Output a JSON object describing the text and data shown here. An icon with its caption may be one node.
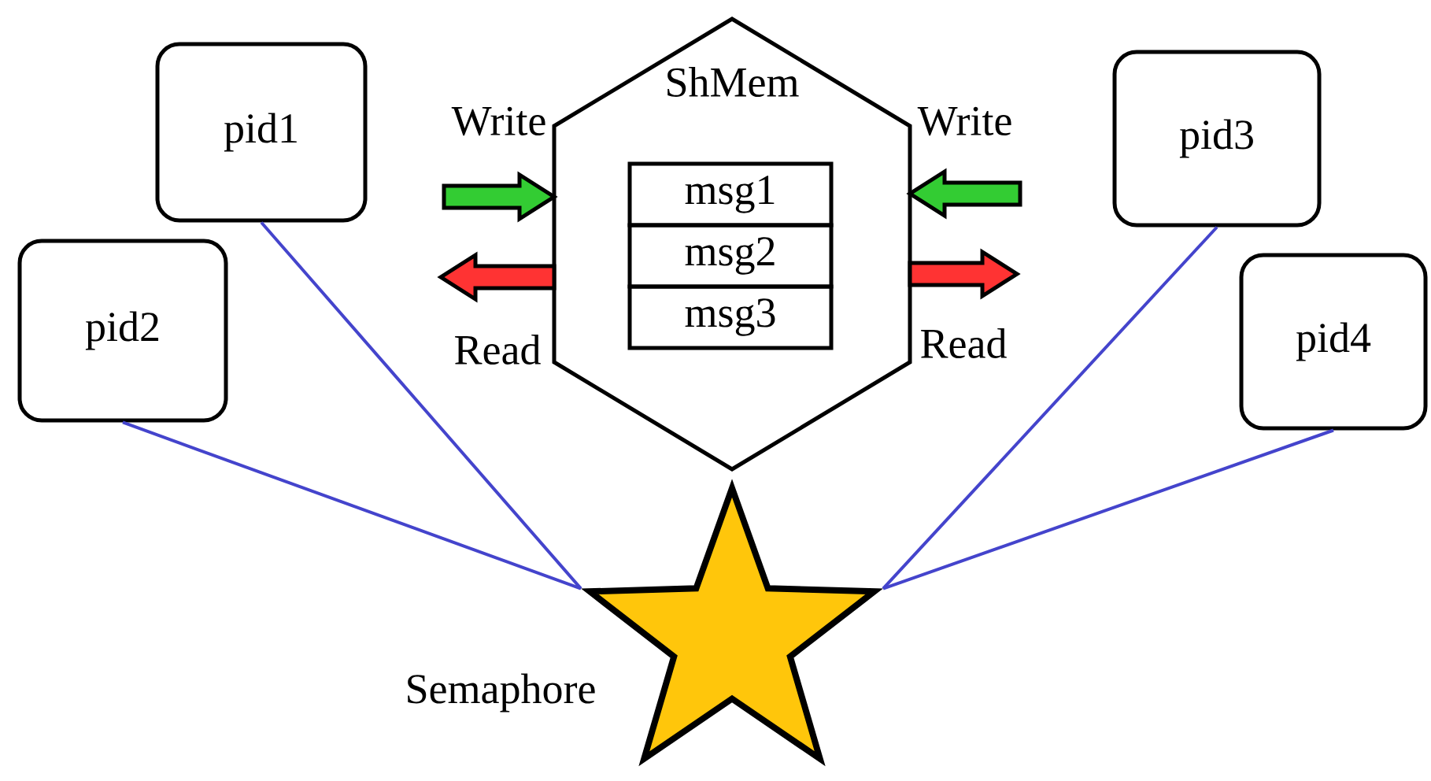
{
  "diagram": {
    "nodes": [
      {
        "text": [
          "pid1"
        ]
      },
      {
        "text": [
          "pid2"
        ]
      },
      {
        "text": [
          "ShMem"
        ]
      },
      {
        "text": [
          "msg1"
        ],
        "in": 2
      },
      {
        "text": [
          "msg2"
        ],
        "in": 2
      },
      {
        "text": [
          "msg3"
        ],
        "in": 2
      },
      {
        "text": [
          "pid3"
        ]
      },
      {
        "text": [
          "pid4"
        ]
      },
      {
        "text": [],
        "shape": "star",
        "beside": [
          "Semaphore"
        ]
      }
    ],
    "edges": [
      {
        "from": 0,
        "to": 8,
        "arrow": "none",
        "color": "#4444cc"
      },
      {
        "from": 1,
        "to": 8,
        "arrow": "none",
        "color": "#4444cc"
      },
      {
        "from": 6,
        "to": 8,
        "arrow": "none",
        "color": "#4444cc"
      },
      {
        "from": 7,
        "to": 8,
        "arrow": "none",
        "color": "#4444cc"
      },
      {
        "from": null,
        "to": 2,
        "arrow": "to",
        "label": "Write",
        "color": "#33cc33"
      },
      {
        "from": 2,
        "to": null,
        "arrow": "to",
        "label": "Read",
        "color": "#ff3333"
      },
      {
        "from": null,
        "to": 2,
        "arrow": "to",
        "label": "Write",
        "color": "#33cc33"
      },
      {
        "from": 2,
        "to": null,
        "arrow": "to",
        "label": "Read",
        "color": "#ff3333"
      }
    ]
  }
}
